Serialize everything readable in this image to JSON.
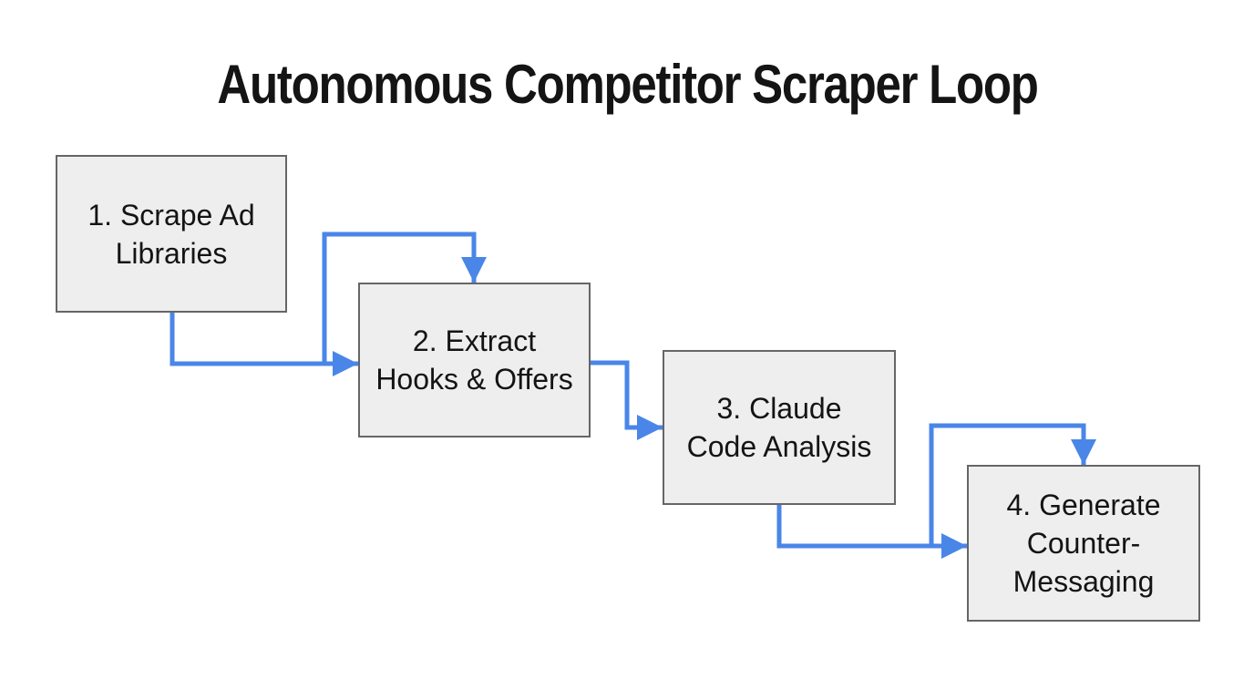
{
  "title": "Autonomous Competitor Scraper Loop",
  "colors": {
    "background": "#ffffff",
    "arrow-blue": "#4a86e8",
    "box-fill": "#eeeeee",
    "box-border": "#666666",
    "text-color": "#141414"
  },
  "diagram": {
    "type": "flowchart",
    "direction": "left-to-right descending steps",
    "nodes": [
      {
        "id": "step-1",
        "label": "1. Scrape Ad Libraries",
        "lines": [
          "1. Scrape Ad",
          "Libraries"
        ]
      },
      {
        "id": "step-2",
        "label": "2. Extract Hooks & Offers",
        "lines": [
          "2. Extract",
          "Hooks & Offers"
        ]
      },
      {
        "id": "step-3",
        "label": "3. Claude Code Analysis",
        "lines": [
          "3. Claude",
          "Code Analysis"
        ]
      },
      {
        "id": "step-4",
        "label": "4. Generate Counter-Messaging",
        "lines": [
          "4. Generate",
          "Counter-",
          "Messaging"
        ]
      }
    ],
    "edges": [
      {
        "from": "step-1",
        "to": "step-2",
        "enters": "left-side"
      },
      {
        "from": "step-1",
        "to": "step-2",
        "enters": "top-side"
      },
      {
        "from": "step-2",
        "to": "step-3",
        "enters": "left-side"
      },
      {
        "from": "step-3",
        "to": "step-4",
        "enters": "left-side"
      },
      {
        "from": "step-3",
        "to": "step-4",
        "enters": "top-side"
      }
    ]
  }
}
